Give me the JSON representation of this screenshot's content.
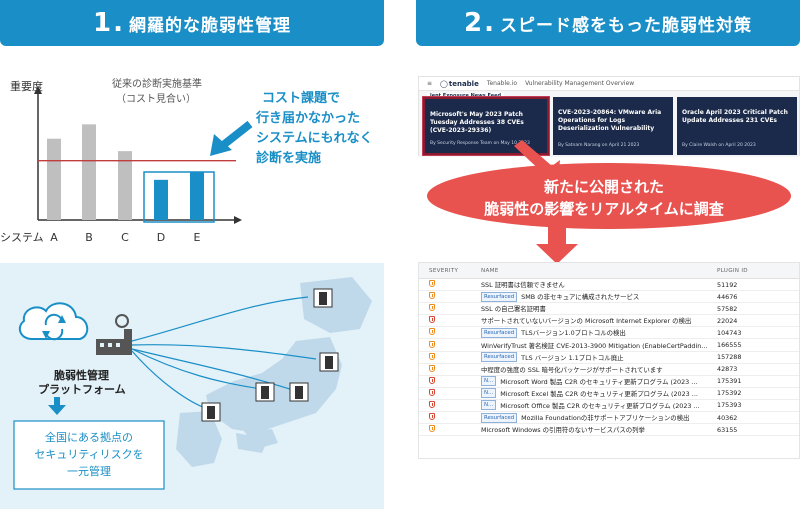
{
  "banners": [
    {
      "num": "1",
      "dot": ".",
      "text": "網羅的な脆弱性管理",
      "color": "#1a8fc7"
    },
    {
      "num": "2",
      "dot": ".",
      "text": "スピード感をもった脆弱性対策",
      "color": "#1a8fc7"
    }
  ],
  "chart": {
    "ylabel": "重要度",
    "xlabel": "システム",
    "baseline_label_1": "従来の診断実施基準",
    "baseline_label_2": "（コスト見合い）",
    "callout_lines": [
      "コスト課題で",
      "行き届かなかった",
      "システムにもれなく",
      "診断を実施"
    ],
    "accent_text": "#1a8fc7",
    "threshold_color": "#c23c3c"
  },
  "chart_data": {
    "type": "bar",
    "categories": [
      "A",
      "B",
      "C",
      "D",
      "E"
    ],
    "values": [
      85,
      100,
      72,
      42,
      50
    ],
    "ylim": [
      0,
      115
    ],
    "threshold": 62,
    "highlighted": [
      "D",
      "E"
    ],
    "colors": {
      "normal": "#bfbfbf",
      "highlight": "#1a8fc7"
    }
  },
  "map": {
    "platform_line1": "脆弱性管理",
    "platform_line2": "プラットフォーム",
    "box_lines": [
      "全国にある拠点の",
      "セキュリティリスクを",
      "一元管理"
    ]
  },
  "screen": {
    "logo": "tenable",
    "tab1": "Tenable.io",
    "tab2": "Vulnerability Management Overview",
    "tag": "lent Exposure News Feed",
    "cards": [
      {
        "title": "Microsoft's May 2023 Patch Tuesday Addresses 38 CVEs (CVE-2023-29336)",
        "by": "By Security Response Team on May 10 2023"
      },
      {
        "title": "CVE-2023-20864: VMware Aria Operations for Logs Deserialization Vulnerability",
        "by": "By Satnam Narang on April 21 2023"
      },
      {
        "title": "Oracle April 2023 Critical Patch Update Addresses 231 CVEs",
        "by": "By Claire Walsh on April 20 2023"
      }
    ]
  },
  "callout": {
    "line1": "新たに公開された",
    "line2": "脆弱性の影響をリアルタイムに調査",
    "color": "#e8524f"
  },
  "table": {
    "headers": {
      "severity": "SEVERITY",
      "name": "NAME",
      "plugin": "PLUGIN ID"
    },
    "rows": [
      {
        "sev": "orange",
        "badge": "",
        "name": "SSL 証明書は信頼できません",
        "id": "51192"
      },
      {
        "sev": "orange",
        "badge": "Resurfaced",
        "name": "SMB の非セキュアに構成されたサービス",
        "id": "44676"
      },
      {
        "sev": "orange",
        "badge": "",
        "name": "SSL の自己署名証明書",
        "id": "57582"
      },
      {
        "sev": "red",
        "badge": "",
        "name": "サポートされていないバージョンの Microsoft Internet Explorer の検出",
        "id": "22024"
      },
      {
        "sev": "orange",
        "badge": "Resurfaced",
        "name": "TLSバージョン1.0プロトコルの検出",
        "id": "104743"
      },
      {
        "sev": "orange",
        "badge": "",
        "name": "WinVerifyTrust 著名検証 CVE-2013-3900 Mitigation (EnableCertPaddin...",
        "id": "166555"
      },
      {
        "sev": "orange",
        "badge": "Resurfaced",
        "name": "TLS バージョン 1.1プロトコル廃止",
        "id": "157288"
      },
      {
        "sev": "orange",
        "badge": "",
        "name": "中程度の強度の SSL 暗号化パッケージがサポートされています",
        "id": "42873"
      },
      {
        "sev": "red",
        "badge": "N...",
        "name": "Microsoft Word 製品 C2R のセキュリティ更新プログラム (2023 ...",
        "id": "175391"
      },
      {
        "sev": "red",
        "badge": "N...",
        "name": "Microsoft Excel 製品 C2R のセキュリティ更新プログラム (2023 ...",
        "id": "175392"
      },
      {
        "sev": "red",
        "badge": "N...",
        "name": "Microsoft Office 製品 C2R のセキュリティ更新プログラム (2023 ...",
        "id": "175393"
      },
      {
        "sev": "red",
        "badge": "Resurfaced",
        "name": "Mozilla Foundationの非サポートアプリケーションの検出",
        "id": "40362"
      },
      {
        "sev": "orange",
        "badge": "",
        "name": "Microsoft Windows の引用符のないサービスパスの列挙",
        "id": "63155"
      }
    ]
  }
}
